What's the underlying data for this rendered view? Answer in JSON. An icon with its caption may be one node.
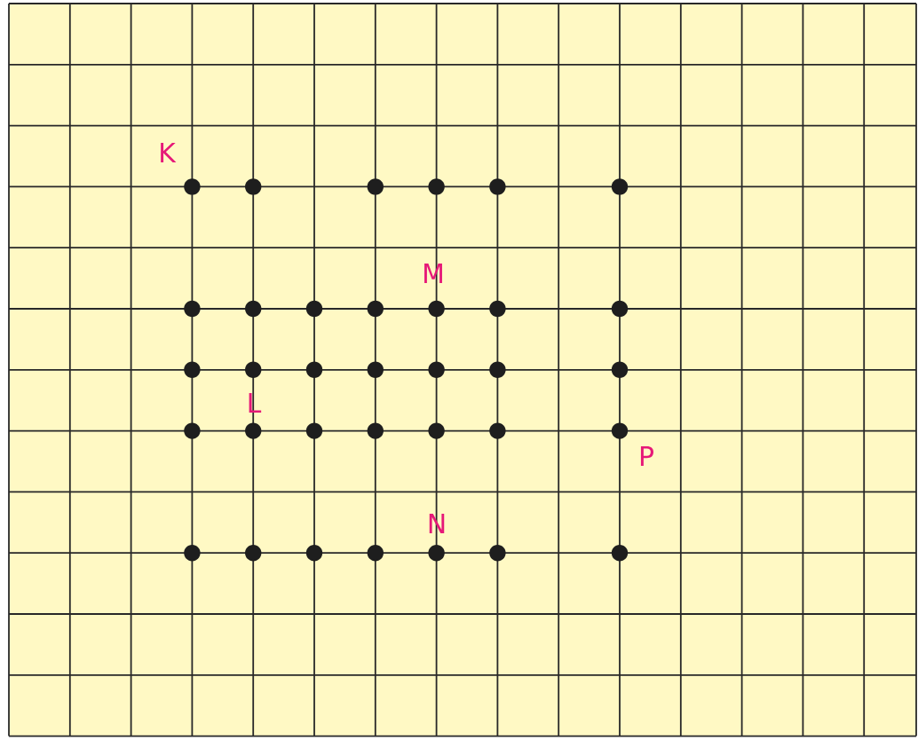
{
  "diagram": {
    "labels": [
      "K",
      "M",
      "L",
      "P",
      "N"
    ]
  }
}
